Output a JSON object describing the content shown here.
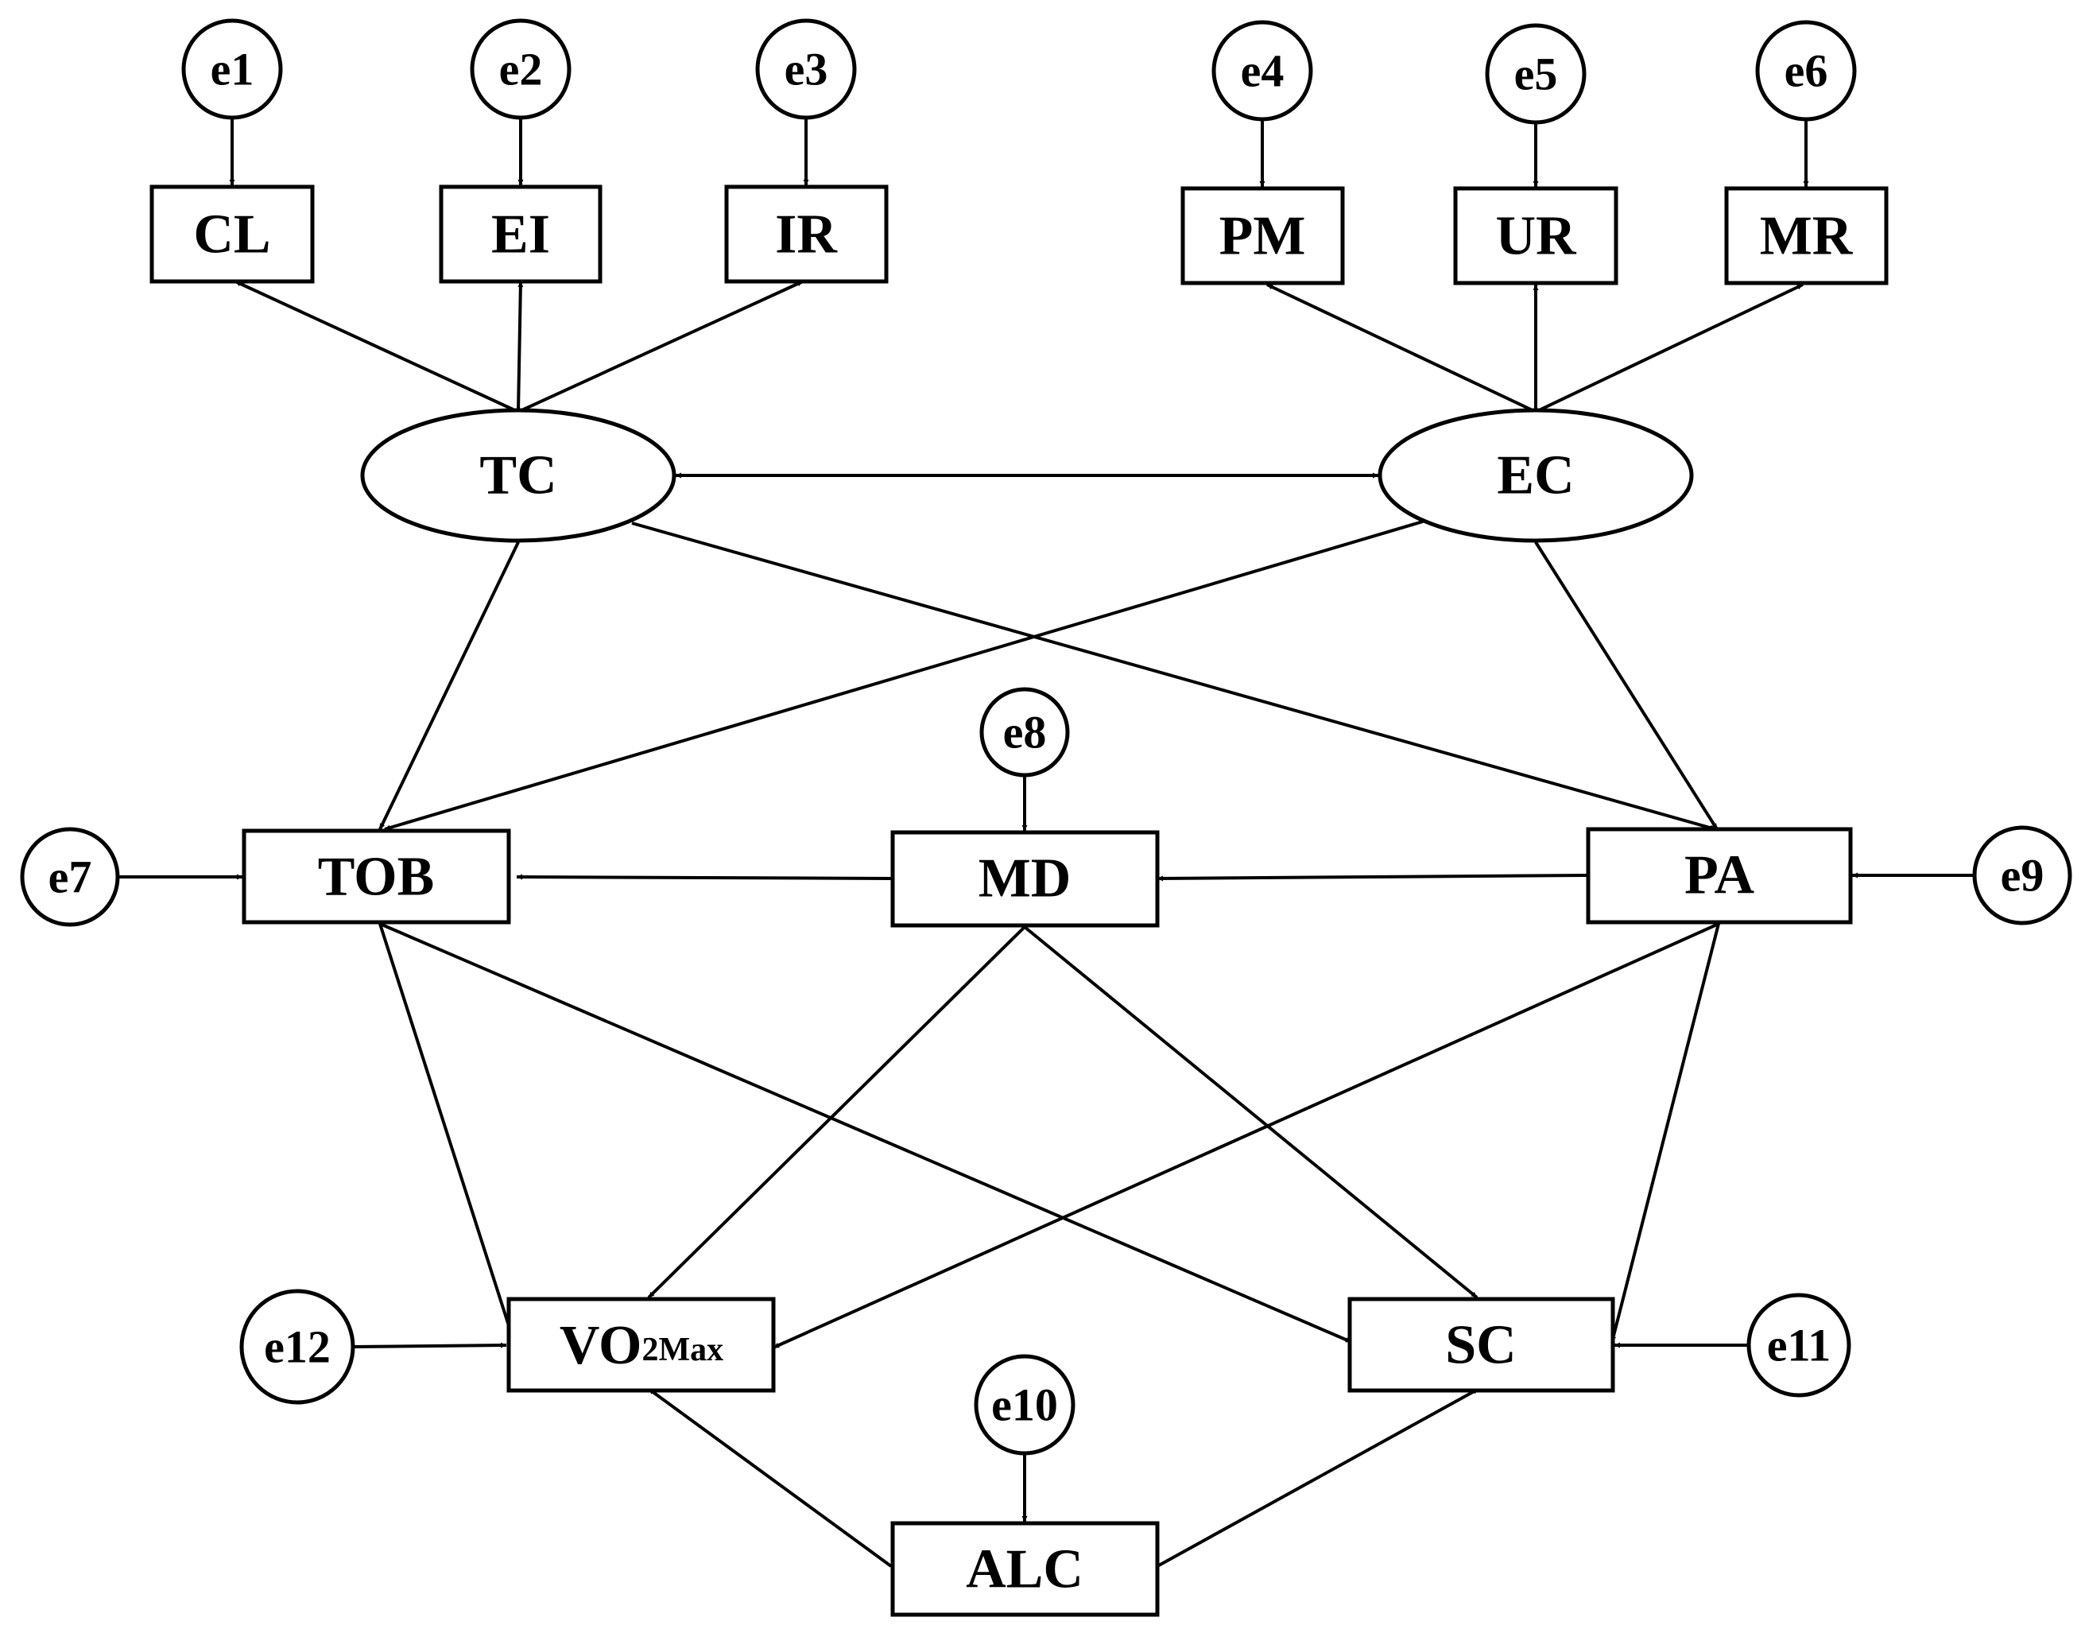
{
  "indicators": {
    "cl": "CL",
    "ei": "EI",
    "ir": "IR",
    "pm": "PM",
    "ur": "UR",
    "mr": "MR"
  },
  "latents": {
    "tc": "TC",
    "ec": "EC"
  },
  "observed": {
    "tob": "TOB",
    "md": "MD",
    "pa": "PA",
    "vo2max_main": "VO",
    "vo2max_sub": "2Max",
    "sc": "SC",
    "alc": "ALC"
  },
  "errors": {
    "e1": "e1",
    "e2": "e2",
    "e3": "e3",
    "e4": "e4",
    "e5": "e5",
    "e6": "e6",
    "e7": "e7",
    "e8": "e8",
    "e9": "e9",
    "e10": "e10",
    "e11": "e11",
    "e12": "e12"
  },
  "colors": {
    "stroke": "#000000",
    "fill": "#ffffff"
  }
}
